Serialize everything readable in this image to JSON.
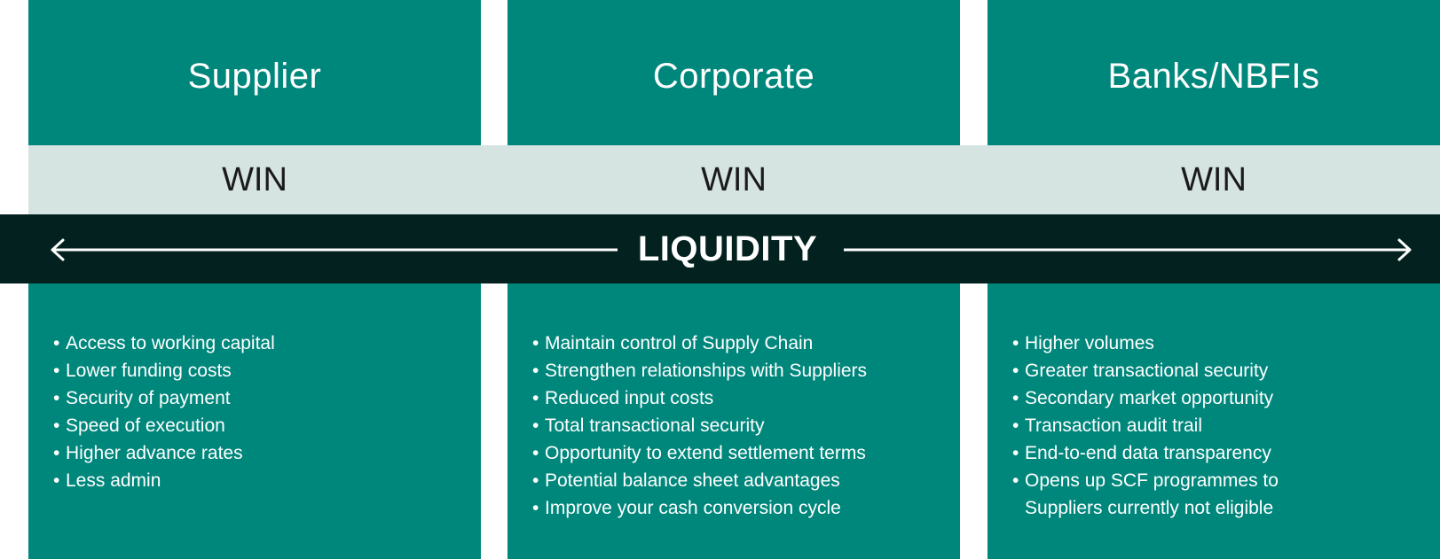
{
  "columns": [
    {
      "title": "Supplier",
      "win": "WIN",
      "benefits": [
        "Access to working capital",
        "Lower funding costs",
        "Security of payment",
        "Speed of execution",
        "Higher advance rates",
        "Less admin"
      ]
    },
    {
      "title": "Corporate",
      "win": "WIN",
      "benefits": [
        "Maintain control of Supply Chain",
        "Strengthen relationships with Suppliers",
        "Reduced input costs",
        "Total transactional security",
        "Opportunity to extend settlement terms",
        "Potential balance sheet advantages",
        "Improve your cash conversion cycle"
      ]
    },
    {
      "title": "Banks/NBFIs",
      "win": "WIN",
      "benefits": [
        "Higher volumes",
        "Greater transactional security",
        "Secondary market opportunity",
        "Transaction audit trail",
        "End-to-end data transparency",
        "Opens up SCF programmes to Suppliers currently not eligible"
      ]
    }
  ],
  "liquidity": {
    "label": "LIQUIDITY"
  },
  "colors": {
    "teal": "#00877c",
    "win_band": "#d5e3e1",
    "liquidity_band": "#03221f",
    "text_light": "#ffffff",
    "text_dark": "#1a1a1a"
  }
}
